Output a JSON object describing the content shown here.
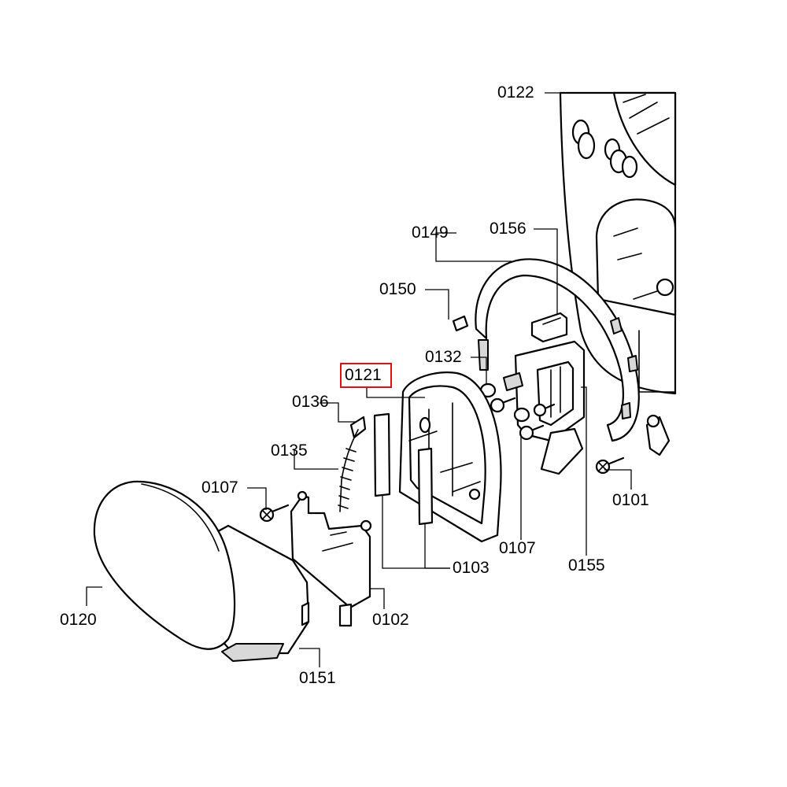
{
  "highlight_color": "#e01010",
  "labels": {
    "p0122": "0122",
    "p0149": "0149",
    "p0156": "0156",
    "p0150": "0150",
    "p0132": "0132",
    "p0121": "0121",
    "p0136": "0136",
    "p0135": "0135",
    "p0107a": "0107",
    "p0101": "0101",
    "p0107b": "0107",
    "p0103": "0103",
    "p0155": "0155",
    "p0120": "0120",
    "p0102": "0102",
    "p0151": "0151"
  },
  "highlighted_part": "0121"
}
